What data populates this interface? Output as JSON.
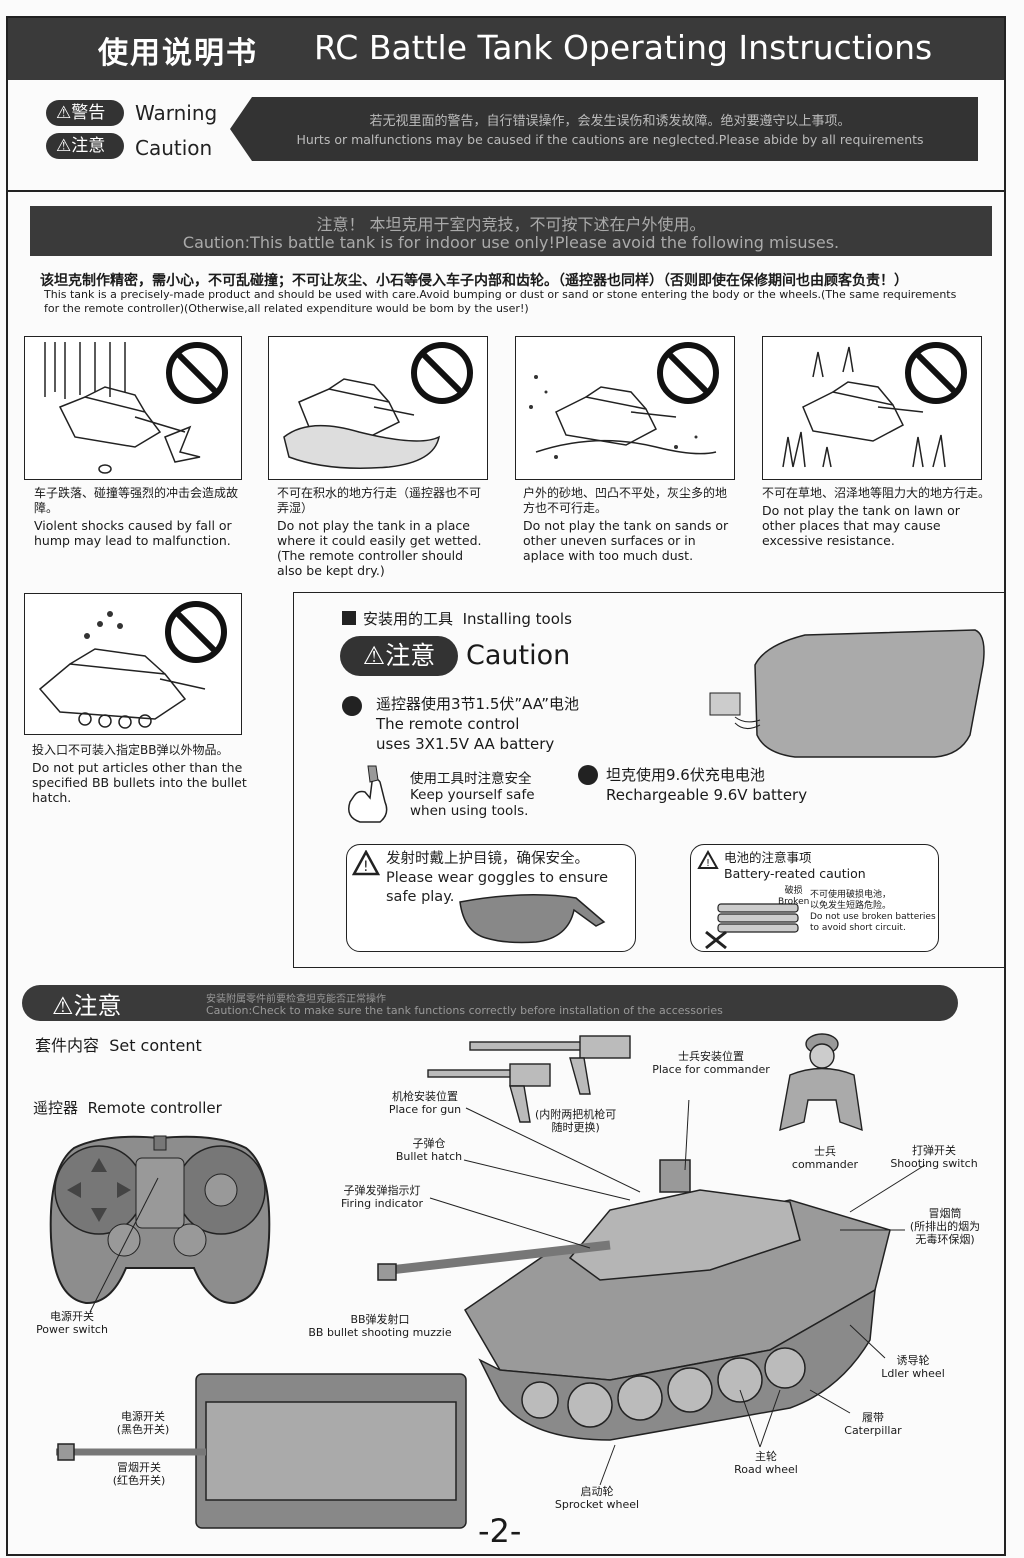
{
  "header": {
    "title_cn": "使用说明书",
    "title_en": "RC Battle Tank  Operating Instructions"
  },
  "warnings": {
    "warning_pill": "⚠警告",
    "warning_label": "Warning",
    "caution_pill": "⚠注意",
    "caution_label": "Caution",
    "banner_cn": "若无视里面的警告，自行错误操作，会发生误伤和诱发故障。绝对要遵守以上事项。",
    "banner_en": "Hurts or malfunctions may be caused if the cautions are neglected.Please abide by all requirements"
  },
  "notice": {
    "cn": "注意！ 本坦克用于室内竞技，不可按下述在户外使用。",
    "en": "Caution:This battle tank is for indoor use only!Please avoid the following misuses."
  },
  "intro": {
    "cn": "该坦克制作精密，需小心，不可乱碰撞；不可让灰尘、小石等侵入车子内部和齿轮。（遥控器也同样）（否则即使在保修期间也由顾客负责！）",
    "en": "This tank is a precisely-made product and should be used with care.Avoid bumping or dust or sand or stone entering the body or the wheels.(The same requirements for the remote controller)(Otherwise,all related expenditure would be bom by the user!)"
  },
  "panels": [
    {
      "cn": "车子跌落、碰撞等强烈的冲击会造成故障。",
      "en": "Violent shocks caused by fall or hump may lead to malfunction."
    },
    {
      "cn": "不可在积水的地方行走（遥控器也不可弄湿）",
      "en": "Do not play the tank in a place where it could easily get wetted. (The remote controller should also be kept dry.)"
    },
    {
      "cn": "户外的砂地、凹凸不平处，灰尘多的地方也不可行走。",
      "en": "Do not play the tank on sands or other uneven surfaces or in aplace with too much dust."
    },
    {
      "cn": "不可在草地、沼泽地等阻力大的地方行走。",
      "en": "Do not play the tank on lawn or other places that may cause excessive resistance."
    },
    {
      "cn": "投入口不可装入指定BB弹以外物品。",
      "en": "Do not put articles other than the specified BB bullets into the bullet hatch."
    }
  ],
  "tools": {
    "heading_cn": "安装用的工具",
    "heading_en": "Installing tools",
    "caution_pill": "⚠注意",
    "caution_label": "Caution",
    "remote_cn": "遥控器使用3节1.5伏”AA”电池",
    "remote_en1": "The remote control",
    "remote_en2": "uses 3X1.5V AA battery",
    "safe_cn": "使用工具时注意安全",
    "safe_en1": "Keep yourself safe",
    "safe_en2": "when using tools.",
    "battery_cn": "坦克使用9.6伏充电电池",
    "battery_en": "Rechargeable 9.6V battery",
    "goggles_cn": "发射时戴上护目镜，确保安全。",
    "goggles_en1": "Please wear goggles to ensure",
    "goggles_en2": "safe play.",
    "batt_caution_cn": "电池的注意事项",
    "batt_caution_en": "Battery-reated caution",
    "broken_cn": "破损",
    "broken_en": "Broken",
    "no_broken_cn1": "不可使用破损电池，",
    "no_broken_cn2": "以免发生短路危险。",
    "no_broken_en1": "Do not use broken batteries",
    "no_broken_en2": "to avoid short circuit."
  },
  "bottom_notice": {
    "pill": "⚠注意",
    "cn": "安装附属零件前要检查坦克能否正常操作",
    "en": "Caution:Check to make sure the tank functions correctly before installation of the accessories"
  },
  "set": {
    "set_content_cn": "套件内容",
    "set_content_en": "Set content",
    "remote_cn": "遥控器",
    "remote_en": "Remote controller",
    "power_cn": "电源开关",
    "power_en": "Power switch",
    "gun_place_cn": "机枪安装位置",
    "gun_place_en": "Place for gun",
    "gun_note_cn1": "(内附两把机枪可",
    "gun_note_cn2": "随时更换)",
    "commander_place_cn": "士兵安装位置",
    "commander_place_en": "Place for commander",
    "bullet_hatch_cn": "子弹仓",
    "bullet_hatch_en": "Bullet hatch",
    "firing_cn": "子弹发弹指示灯",
    "firing_en": "Firing indicator",
    "commander_cn": "士兵",
    "commander_en": "commander",
    "shooting_cn": "打弹开关",
    "shooting_en": "Shooting switch",
    "chimney_cn1": "冒烟筒",
    "chimney_cn2": "(所排出的烟为",
    "chimney_cn3": "无毒环保烟)",
    "muzzle_cn": "BB弹发射口",
    "muzzle_en": "BB bullet shooting muzzie",
    "idler_cn": "诱导轮",
    "idler_en": "Ldler wheel",
    "caterpillar_cn": "履带",
    "caterpillar_en": "Caterpillar",
    "road_cn": "主轮",
    "road_en": "Road wheel",
    "sprocket_cn": "启动轮",
    "sprocket_en": "Sprocket wheel",
    "under_power_cn1": "电源开关",
    "under_power_cn2": "(黑色开关)",
    "under_smoke_cn1": "冒烟开关",
    "under_smoke_cn2": "(红色开关)"
  },
  "page_number": "-2-"
}
